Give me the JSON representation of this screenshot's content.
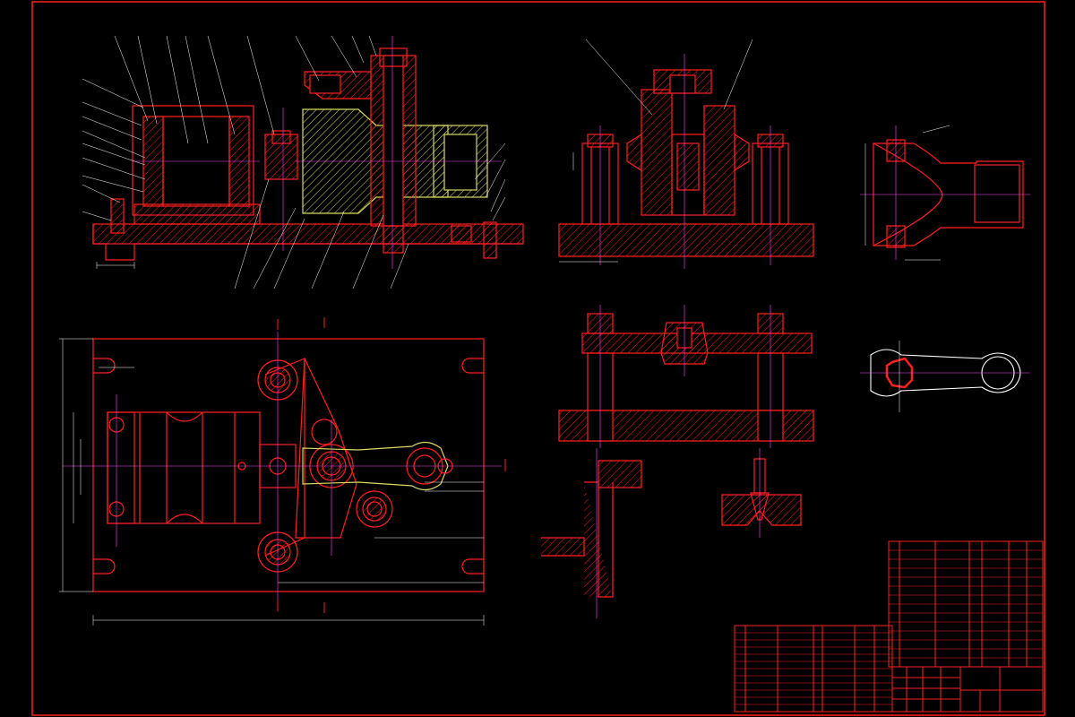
{
  "drawing": {
    "colors": {
      "background": "#000000",
      "outline": "#ff2020",
      "centerline": "#ff40ff",
      "dimension": "#ffffff",
      "workpiece": "#e0e070",
      "hatch": "#ff2020"
    },
    "views": [
      "main-section-view",
      "top-plan-view",
      "side-section-view",
      "section-view-lower",
      "workpiece-detail-view",
      "workpiece-end-view",
      "detail-fragment-left",
      "detail-fragment-right"
    ],
    "title_block": {
      "rows": 12,
      "columns": 7
    }
  }
}
